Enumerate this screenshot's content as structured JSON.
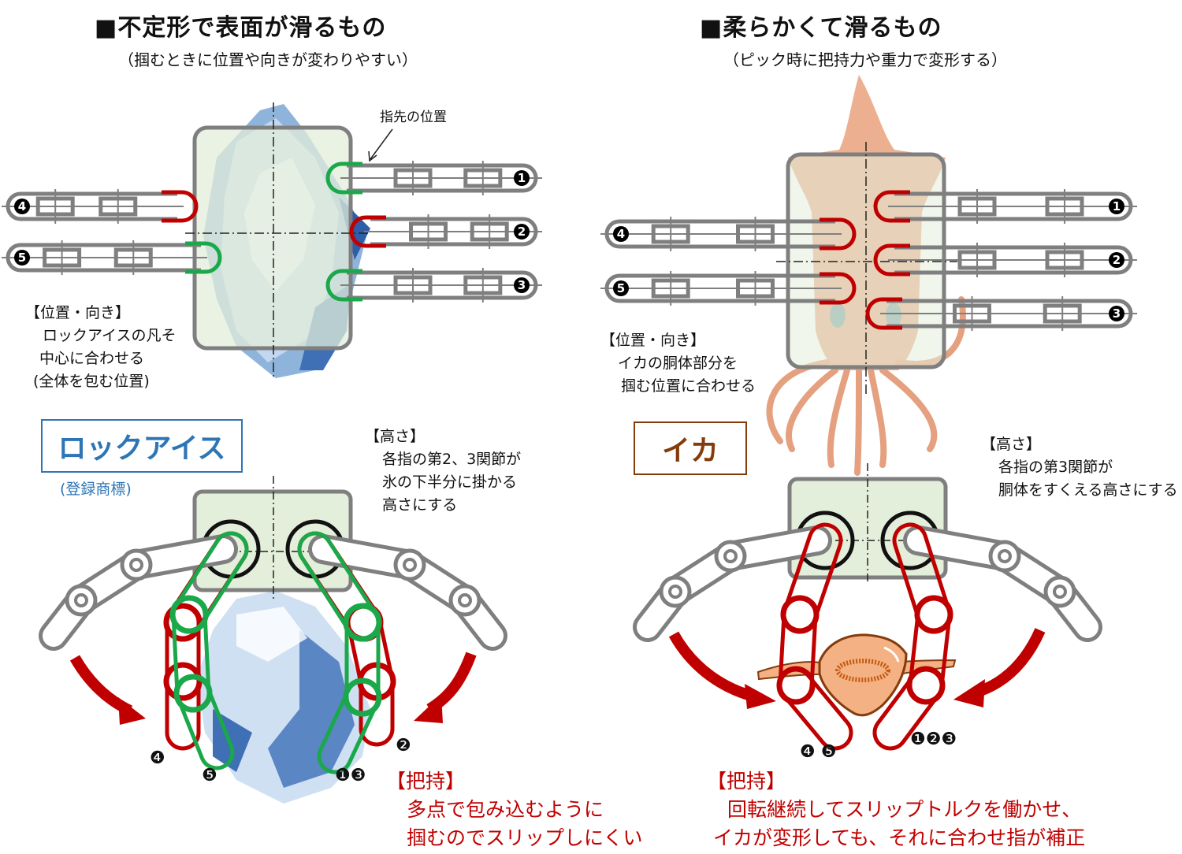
{
  "colors": {
    "red": "#c00000",
    "green": "#1aa84a",
    "gray": "#7f7f7f",
    "palm": "#e3eedb",
    "ice_label": "#2e75b6",
    "squid_label": "#843c0c",
    "squid_body": "#f4b183"
  },
  "left": {
    "title": "■不定形で表面が滑るもの",
    "subtitle": "（掴むときに位置や向きが変わりやすい）",
    "fingertip_callout": "指先の位置",
    "position_note": {
      "heading": "【位置・向き】",
      "lines": [
        "ロックアイスの凡そ",
        "中心に合わせる",
        "(全体を包む位置)"
      ]
    },
    "object_label": "ロックアイス",
    "trademark": "(登録商標)",
    "height_note": {
      "heading": "【高さ】",
      "lines": [
        "各指の第2、3関節が",
        "氷の下半分に掛かる",
        "高さにする"
      ]
    },
    "grip_note": {
      "heading": "【把持】",
      "lines": [
        "多点で包み込むように",
        "掴むのでスリップしにくい"
      ]
    },
    "finger_numbers": [
      "❶",
      "❷",
      "❸",
      "❹",
      "❺"
    ],
    "bottom_labels": {
      "left_a": "❹",
      "left_b": "❺",
      "right_a": "❷",
      "right_b": "❶❸"
    }
  },
  "right": {
    "title": "■柔らかくて滑るもの",
    "subtitle": "（ピック時に把持力や重力で変形する）",
    "position_note": {
      "heading": "【位置・向き】",
      "lines": [
        "イカの胴体部分を",
        "掴む位置に合わせる"
      ]
    },
    "object_label": "イカ",
    "height_note": {
      "heading": "【高さ】",
      "lines": [
        "各指の第3関節が",
        "胴体をすくえる高さにする"
      ]
    },
    "grip_note": {
      "heading": "【把持】",
      "lines": [
        "回転継続してスリップトルクを働かせ、",
        "イカが変形しても、それに合わせ指が補正"
      ]
    },
    "finger_numbers": [
      "❶",
      "❷",
      "❸",
      "❹",
      "❺"
    ],
    "bottom_labels": {
      "left": "❹ ❺",
      "right": "❶❷❸"
    }
  }
}
